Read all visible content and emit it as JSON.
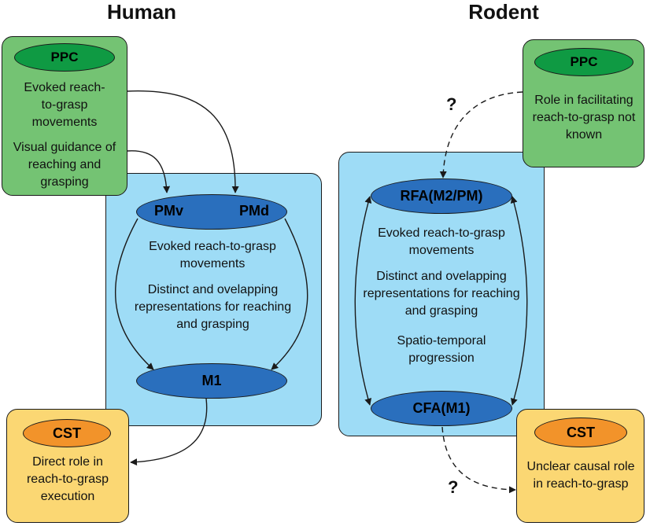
{
  "human": {
    "heading": "Human",
    "ppc": {
      "label": "PPC",
      "text1": "Evoked reach-to-grasp movements",
      "text2": "Visual guidance of reaching and grasping"
    },
    "premotor": {
      "pmv": "PMv",
      "pmd": "PMd",
      "text1": "Evoked reach-to-grasp movements",
      "text2": "Distinct and ovelapping representations for reaching and grasping"
    },
    "m1": {
      "label": "M1"
    },
    "cst": {
      "label": "CST",
      "text": "Direct role in reach-to-grasp execution"
    }
  },
  "rodent": {
    "heading": "Rodent",
    "ppc": {
      "label": "PPC",
      "text": "Role in facilitating reach-to-grasp not known"
    },
    "rfa": {
      "label": "RFA(M2/PM)",
      "text1": "Evoked reach-to-grasp movements",
      "text2": "Distinct and ovelapping representations for reaching and grasping",
      "text3": "Spatio-temporal progression"
    },
    "cfa": {
      "label": "CFA(M1)"
    },
    "cst": {
      "label": "CST",
      "text": "Unclear causal role in reach-to-grasp"
    },
    "question_top": "?",
    "question_bottom": "?"
  },
  "colors": {
    "green_box": "#74c373",
    "green_ellipse": "#0f9a43",
    "blue_box": "#9edcf6",
    "blue_ellipse": "#2a6fbd",
    "yellow_box": "#fbd773",
    "orange_ellipse": "#f2932a"
  }
}
